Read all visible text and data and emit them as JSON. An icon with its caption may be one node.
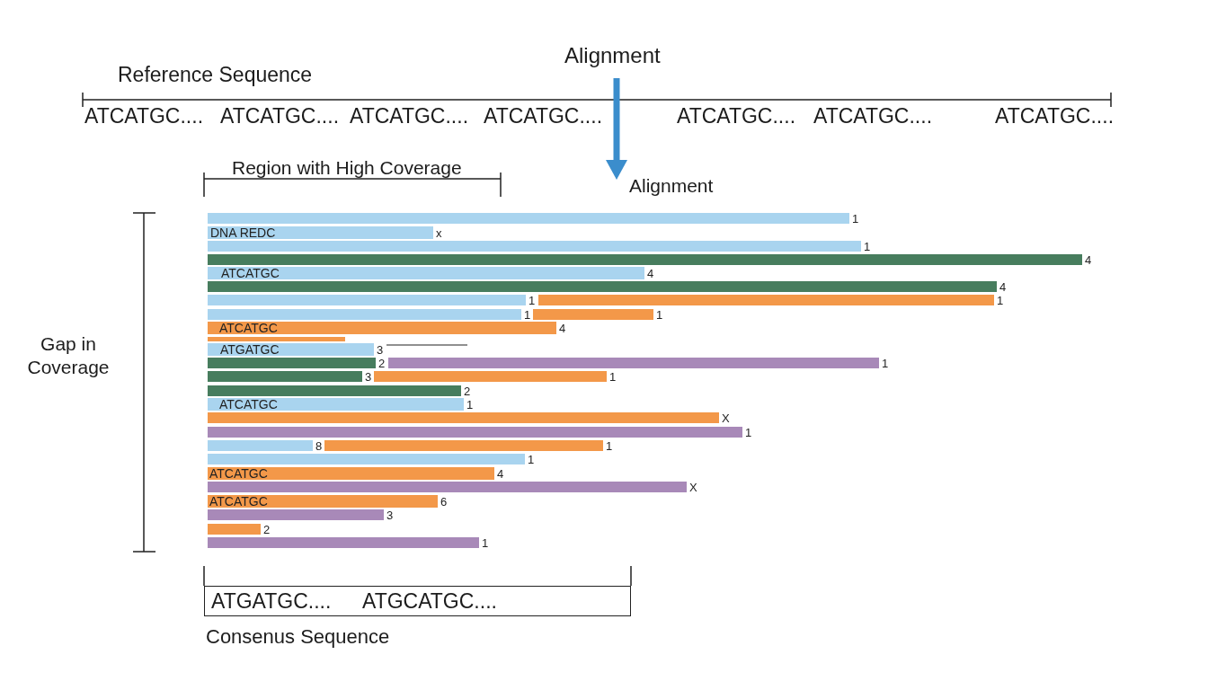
{
  "diagram": {
    "nodes": [
      {
        "text": [],
        "shape": "bar",
        "beside": [
          "1"
        ]
      },
      {
        "text": [
          "DNA REDC"
        ],
        "beside": [
          "x"
        ]
      },
      {
        "text": [],
        "shape": "bar",
        "beside": [
          "1"
        ]
      },
      {
        "text": [],
        "shape": "bar",
        "beside": [
          "4"
        ]
      },
      {
        "text": [
          "ATCATGC"
        ],
        "beside": [
          "4"
        ]
      },
      {
        "text": [],
        "shape": "bar",
        "beside": [
          "4"
        ]
      },
      {
        "text": [],
        "shape": "bar",
        "beside": [
          "1"
        ]
      },
      {
        "text": [],
        "shape": "bar",
        "beside": [
          "1"
        ]
      },
      {
        "text": [],
        "shape": "bar",
        "beside": [
          "1"
        ]
      },
      {
        "text": [],
        "shape": "bar",
        "beside": [
          "1"
        ]
      },
      {
        "text": [
          "ATCATGC"
        ],
        "beside": [
          "4"
        ]
      },
      {
        "text": [],
        "shape": "bar"
      },
      {
        "text": [
          "ATGATGC"
        ],
        "beside": [
          "3"
        ]
      },
      {
        "text": [],
        "shape": "bar",
        "beside": [
          "2"
        ]
      },
      {
        "text": [],
        "shape": "bar",
        "beside": [
          "1"
        ]
      },
      {
        "text": [],
        "shape": "bar",
        "beside": [
          "3"
        ]
      },
      {
        "text": [],
        "shape": "bar",
        "beside": [
          "1"
        ]
      },
      {
        "text": [],
        "shape": "bar",
        "beside": [
          "2"
        ]
      },
      {
        "text": [
          "ATCATGC"
        ],
        "beside": [
          "1"
        ]
      },
      {
        "text": [],
        "shape": "bar",
        "beside": [
          "X"
        ]
      },
      {
        "text": [],
        "shape": "bar",
        "beside": [
          "1"
        ]
      },
      {
        "text": [],
        "shape": "bar",
        "beside": [
          "8"
        ]
      },
      {
        "text": [],
        "shape": "bar",
        "beside": [
          "1"
        ]
      },
      {
        "text": [],
        "shape": "bar",
        "beside": [
          "1"
        ]
      },
      {
        "text": [
          "ATCATGC"
        ],
        "beside": [
          "4"
        ]
      },
      {
        "text": [],
        "shape": "bar",
        "beside": [
          "X"
        ]
      },
      {
        "text": [
          "ATCATGC"
        ],
        "beside": [
          "6"
        ]
      },
      {
        "text": [],
        "shape": "bar",
        "beside": [
          "3"
        ]
      },
      {
        "text": [],
        "shape": "bar",
        "beside": [
          "2"
        ]
      },
      {
        "text": [],
        "shape": "bar",
        "beside": [
          "1"
        ]
      },
      {
        "text": [
          "ATGATGC....",
          "ATGCATGC...."
        ],
        "beside": [
          "Consenus Sequence"
        ]
      }
    ],
    "labels": [
      "Alignment",
      "Reference Sequence",
      "ATCATGC....",
      "ATCATGC....",
      "ATCATGC....",
      "ATCATGC....",
      "ATCATGC....",
      "ATCATGC....",
      "ATCATGC....",
      "Region with High Coverage",
      "Alignment",
      "Gap in Coverage"
    ]
  }
}
